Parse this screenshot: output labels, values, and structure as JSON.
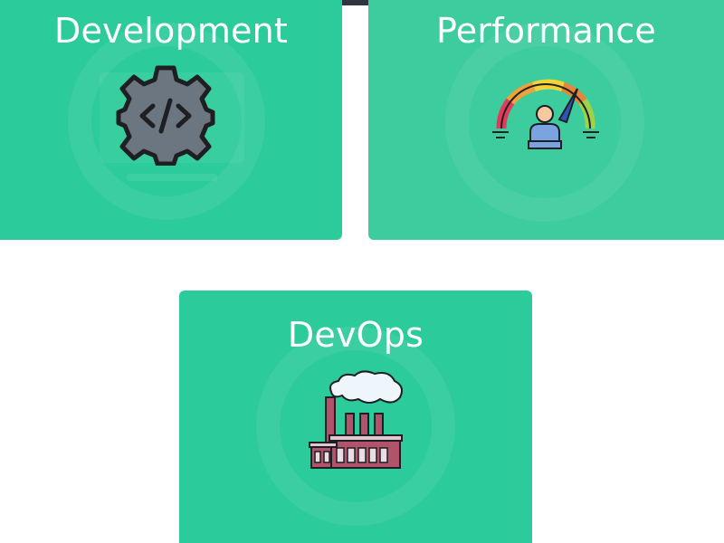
{
  "cards": [
    {
      "title": "Development",
      "icon": "gear-code-icon"
    },
    {
      "title": "Performance",
      "icon": "speedometer-user-icon"
    },
    {
      "title": "DevOps",
      "icon": "factory-icon"
    }
  ],
  "colors": {
    "card_green": "#2ccb9b",
    "top_bar": "#2f3640",
    "gear_gray": "#6b7681",
    "factory_red": "#b0536b"
  }
}
